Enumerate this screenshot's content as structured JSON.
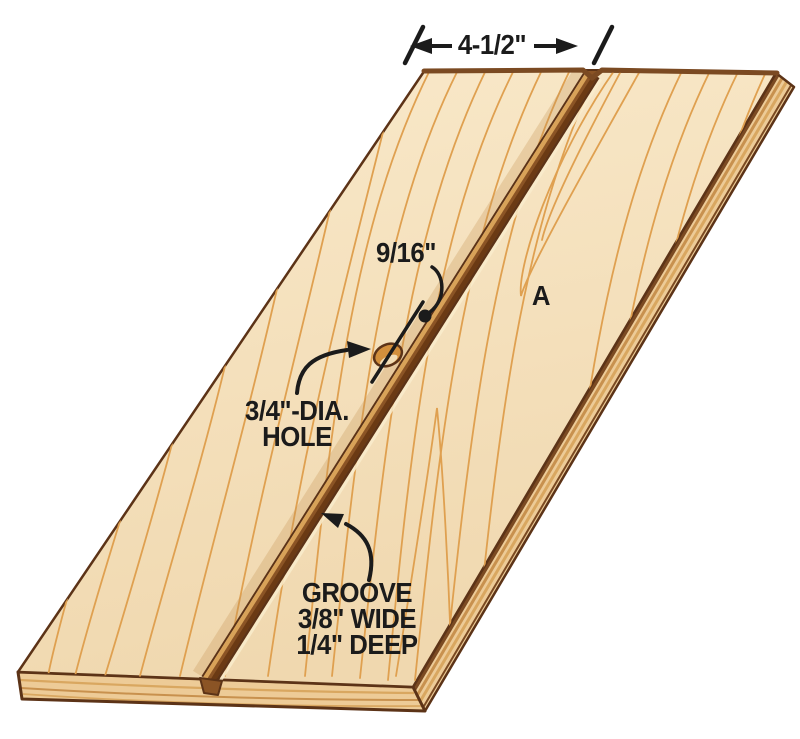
{
  "labels": {
    "width_dimension": "4-1/2\"",
    "offset_dimension": "9/16\"",
    "part_letter": "A",
    "hole_note_line1": "3/4\"-DIA.",
    "hole_note_line2": "HOLE",
    "groove_note_line1": "GROOVE",
    "groove_note_line2": "3/8\" WIDE",
    "groove_note_line3": "1/4\" DEEP"
  },
  "colors": {
    "bg": "#FFFFFF",
    "face_light": "#F9E9CA",
    "face_dark": "#F0D8AF",
    "grain": "#DFA050",
    "outline": "#5C3317",
    "edge_base": "#EDCB97",
    "edge_stripe1": "#D9A760",
    "edge_stripe2": "#C8914E",
    "edge_dark": "#7B4A22",
    "groove_light": "#D8A258",
    "groove_mid": "#8B5425",
    "groove_shadow": "#6B3A14",
    "groove_highlight": "#F9ECCD",
    "hole_fill": "#D28F3C",
    "hole_light": "#F2DDB5",
    "ink": "#1B1B1B"
  }
}
